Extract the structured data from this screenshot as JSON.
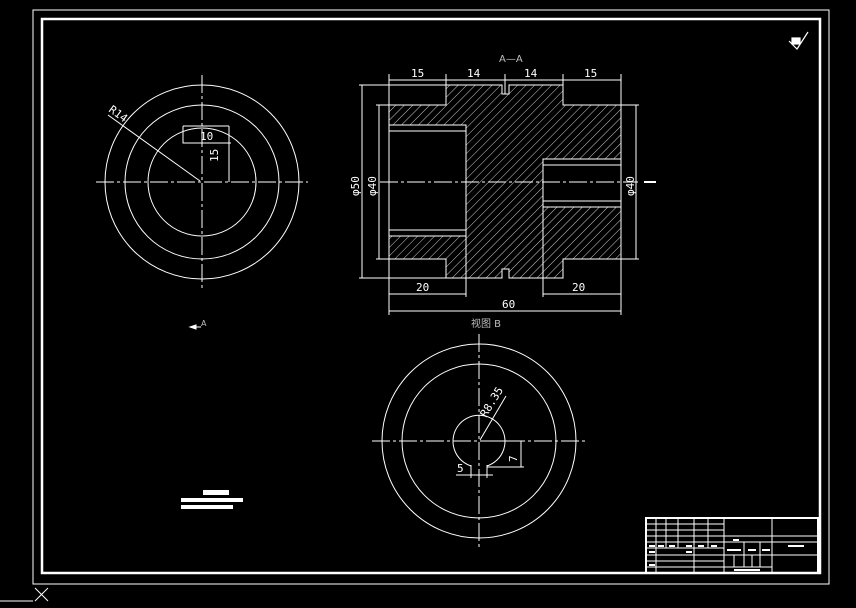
{
  "colors": {
    "background": "#000000",
    "line": "#ffffff",
    "label": "#bdbdbd"
  },
  "icons": [
    "roughness-symbol-icon",
    "view-arrow-icon",
    "ucs-cross-icon"
  ],
  "section_view": {
    "title": "A—A",
    "dims": {
      "top_1": "15",
      "top_2": "14",
      "top_3": "14",
      "top_4": "15",
      "dia_outer": "φ50",
      "dia_left": "φ40",
      "dia_right": "φ40",
      "bottom_left": "20",
      "bottom_right": "20",
      "overall": "60"
    }
  },
  "left_view": {
    "radius": "R14",
    "key_width": "10",
    "key_depth": "15",
    "arrow_label": "A"
  },
  "view_b": {
    "title": "视图 B",
    "radius": "R8.35",
    "key_width": "5",
    "key_depth": "7"
  }
}
